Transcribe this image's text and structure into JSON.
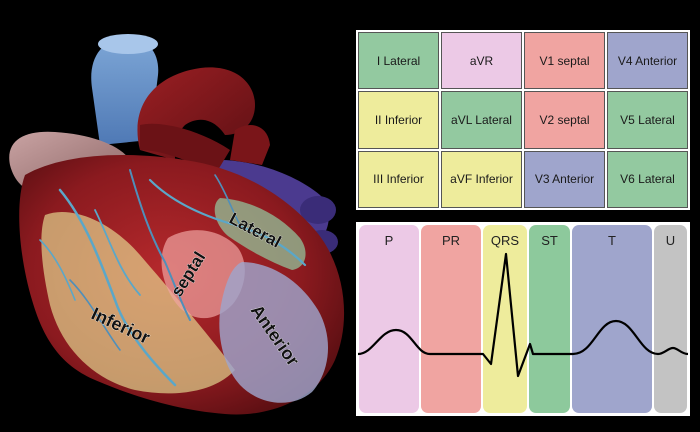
{
  "colors": {
    "lateral": "#93c9a0",
    "avr": "#ecc9e6",
    "septal": "#f0a4a1",
    "anterior": "#9fa5cc",
    "inferior": "#eeec9c",
    "st_segment": "#8dc99c",
    "u_wave": "#c3c3c3",
    "background": "#000000"
  },
  "heart": {
    "region_labels": {
      "lateral": "Lateral",
      "septal": "septal",
      "anterior": "Anterior",
      "inferior": "Inferior"
    }
  },
  "lead_table": {
    "rows": [
      [
        {
          "label": "I Lateral",
          "region": "lateral"
        },
        {
          "label": "aVR",
          "region": "avr"
        },
        {
          "label": "V1 septal",
          "region": "septal"
        },
        {
          "label": "V4 Anterior",
          "region": "anterior"
        }
      ],
      [
        {
          "label": "II Inferior",
          "region": "inferior"
        },
        {
          "label": "aVL Lateral",
          "region": "lateral"
        },
        {
          "label": "V2 septal",
          "region": "septal"
        },
        {
          "label": "V5 Lateral",
          "region": "lateral"
        }
      ],
      [
        {
          "label": "III Inferior",
          "region": "inferior"
        },
        {
          "label": "aVF Inferior",
          "region": "inferior"
        },
        {
          "label": "V3 Anterior",
          "region": "anterior"
        },
        {
          "label": "V6 Lateral",
          "region": "lateral"
        }
      ]
    ]
  },
  "ecg": {
    "segments": [
      {
        "label": "P",
        "color": "#ecc9e6"
      },
      {
        "label": "PR",
        "color": "#f0a4a1"
      },
      {
        "label": "QRS",
        "color": "#eeec9c"
      },
      {
        "label": "ST",
        "color": "#8dc99c"
      },
      {
        "label": "T",
        "color": "#9fa5cc"
      },
      {
        "label": "U",
        "color": "#c3c3c3"
      }
    ]
  }
}
